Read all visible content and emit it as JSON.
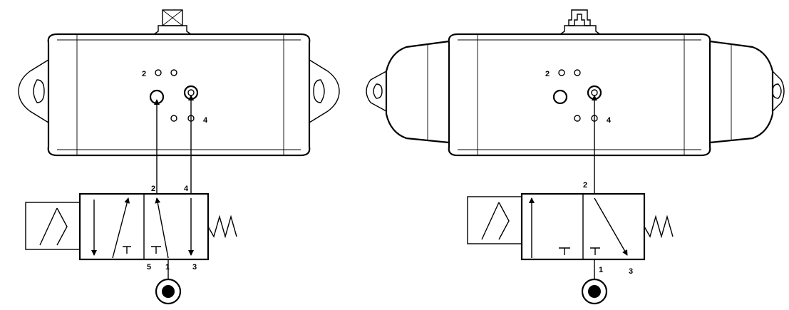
{
  "left_diagram": {
    "actuator_ports": {
      "port_2": "2",
      "port_4": "4"
    },
    "valve_ports": {
      "top_a": "2",
      "top_b": "4",
      "bottom_exhaust": "5",
      "bottom_supply": "1",
      "bottom_exhaust_b": "3"
    }
  },
  "right_diagram": {
    "actuator_ports": {
      "port_2": "2",
      "port_4": "4"
    },
    "valve_ports": {
      "top": "2",
      "bottom_supply": "1",
      "bottom_exhaust": "3"
    }
  },
  "colors": {
    "line": "#000000",
    "background": "#ffffff"
  },
  "icons": [
    "double-acting-actuator-icon",
    "spring-return-actuator-icon",
    "5-2-solenoid-valve-icon",
    "3-2-solenoid-valve-icon",
    "pressure-source-icon",
    "spring-icon",
    "solenoid-coil-icon"
  ]
}
